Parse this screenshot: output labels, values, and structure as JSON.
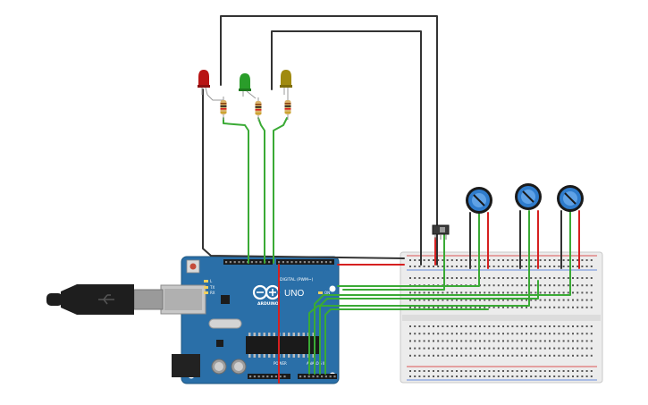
{
  "arduino": {
    "label_digital": "DIGITAL (PWM~)",
    "label_uno": "UNO",
    "label_brand": "ARDUINO",
    "label_power": "POWER",
    "label_analog": "ANALOG IN",
    "label_tx": "TX",
    "label_rx": "RX",
    "label_l": "L",
    "label_on": "ON"
  },
  "components": {
    "leds": [
      "red",
      "green",
      "yellow"
    ],
    "potentiometer_count": 3
  },
  "colors": {
    "board": "#2a6fa8",
    "wire_green": "#3aaa35",
    "wire_red": "#d62020",
    "wire_black": "#333333",
    "led_red": "#b81414",
    "led_green": "#2a9d2a",
    "led_yellow": "#a08a10",
    "pot_blue": "#2f7ccc",
    "breadboard": "#ececec"
  }
}
